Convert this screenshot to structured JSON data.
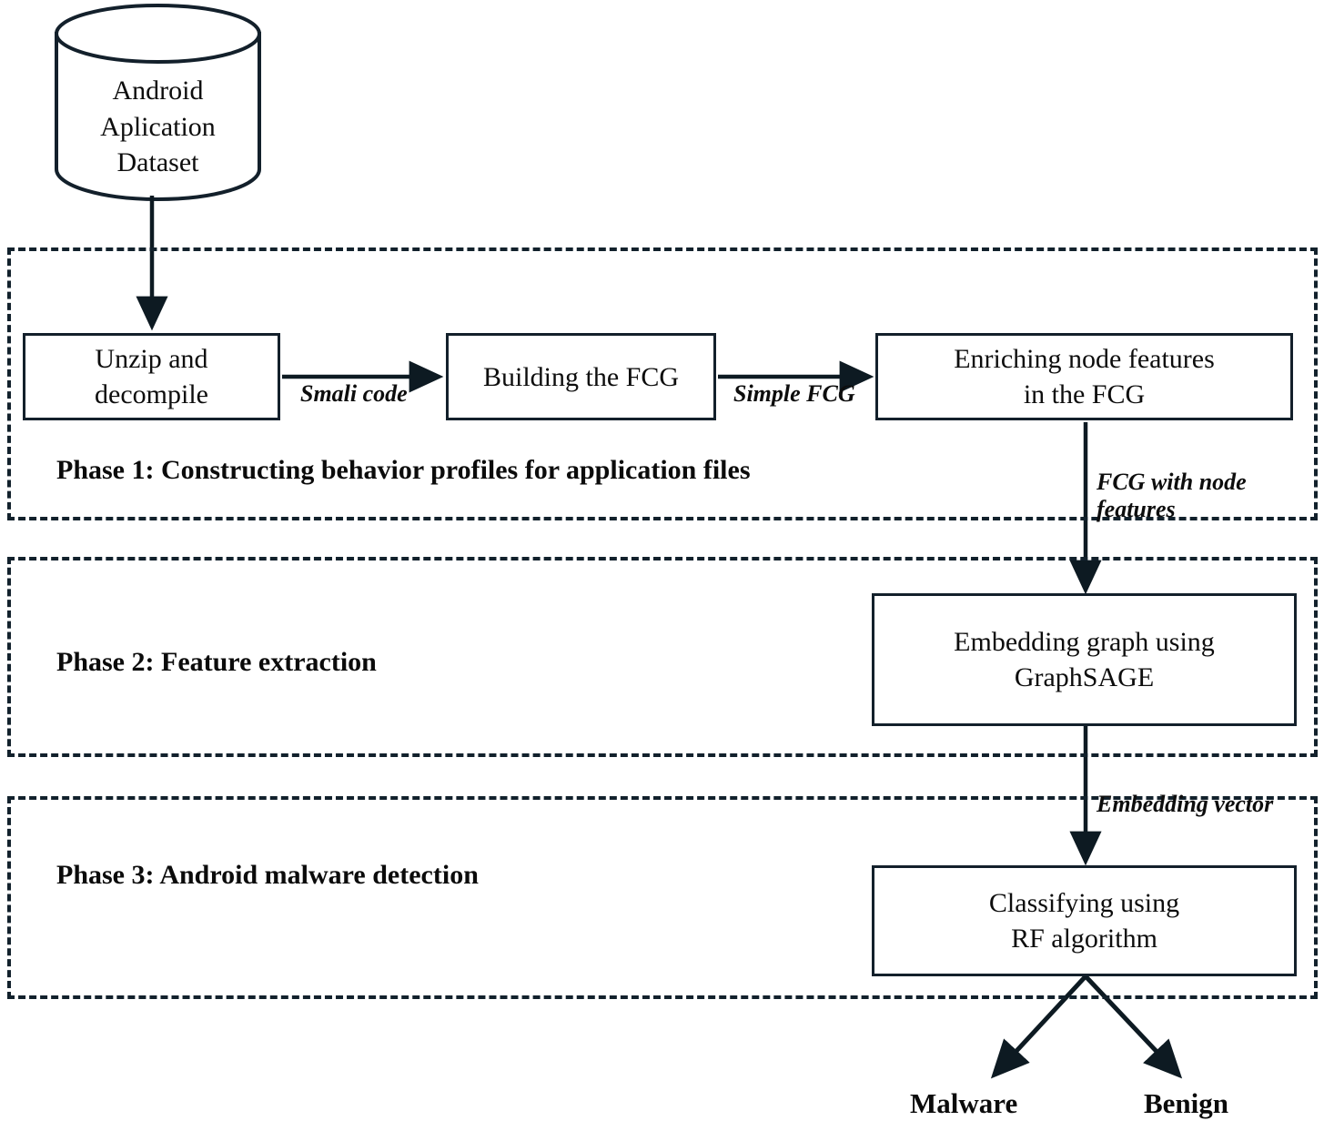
{
  "diagram": {
    "title": "Android malware detection pipeline",
    "colors": {
      "stroke": "#13202b",
      "text": "#0d0d0d",
      "background": "#ffffff"
    },
    "datastore": {
      "name": "android-application-dataset",
      "line1": "Android",
      "line2": "Aplication",
      "line3": "Dataset"
    },
    "phases": [
      {
        "id": "phase-1",
        "label": "Phase 1: Constructing behavior profiles for application files"
      },
      {
        "id": "phase-2",
        "label": "Phase 2: Feature extraction"
      },
      {
        "id": "phase-3",
        "label": "Phase 3: Android malware detection"
      }
    ],
    "nodes": [
      {
        "id": "unzip",
        "line1": "Unzip and",
        "line2": "decompile"
      },
      {
        "id": "build-fcg",
        "line1": "Building the FCG",
        "line2": ""
      },
      {
        "id": "enrich",
        "line1": "Enriching node features",
        "line2": "in the FCG"
      },
      {
        "id": "embedding",
        "line1": "Embedding graph using",
        "line2": "GraphSAGE"
      },
      {
        "id": "classify",
        "line1": "Classifying using",
        "line2": "RF algorithm"
      }
    ],
    "edge_labels": [
      {
        "id": "smali-code",
        "text": "Smali code"
      },
      {
        "id": "simple-fcg",
        "text": "Simple FCG"
      },
      {
        "id": "fcg-with-node-features",
        "line1": "FCG with node",
        "line2": "features"
      },
      {
        "id": "embedding-vector",
        "text": "Embedding vector"
      }
    ],
    "outcomes": [
      {
        "id": "malware",
        "label": "Malware"
      },
      {
        "id": "benign",
        "label": "Benign"
      }
    ]
  }
}
